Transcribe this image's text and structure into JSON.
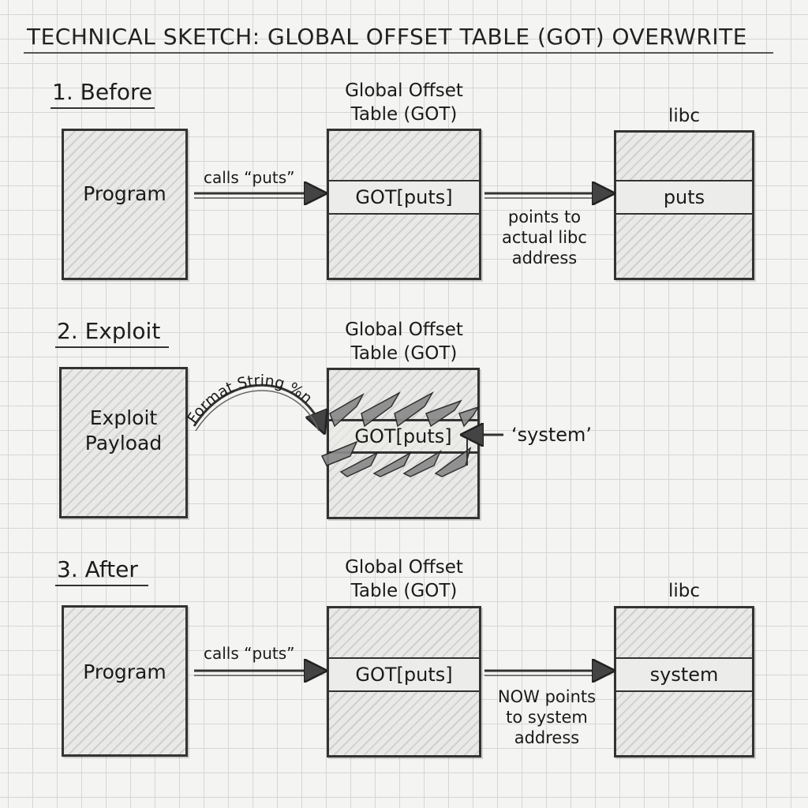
{
  "title": "TECHNICAL SKETCH: GLOBAL OFFSET TABLE (GOT) OVERWRITE",
  "sections": {
    "before": {
      "label": "1. Before",
      "program": "Program",
      "arrow_label": "calls “puts”",
      "got_header": [
        "Global Offset",
        "Table (GOT)"
      ],
      "got_slot": "GOT[puts]",
      "note": [
        "points to",
        "actual libc",
        "address"
      ],
      "libc_header": "libc",
      "libc_slot": "puts"
    },
    "exploit": {
      "label": "2. Exploit",
      "payload": [
        "Exploit",
        "Payload"
      ],
      "arrow_label": "Format String %n",
      "got_header": [
        "Global Offset",
        "Table (GOT)"
      ],
      "got_slot": "GOT[puts]",
      "injected_value": "‘system’"
    },
    "after": {
      "label": "3. After",
      "program": "Program",
      "arrow_label": "calls “puts”",
      "got_header": [
        "Global Offset",
        "Table (GOT)"
      ],
      "got_slot": "GOT[puts]",
      "note": [
        "NOW points",
        "to system",
        "address"
      ],
      "libc_header": "libc",
      "libc_slot": "system"
    }
  }
}
